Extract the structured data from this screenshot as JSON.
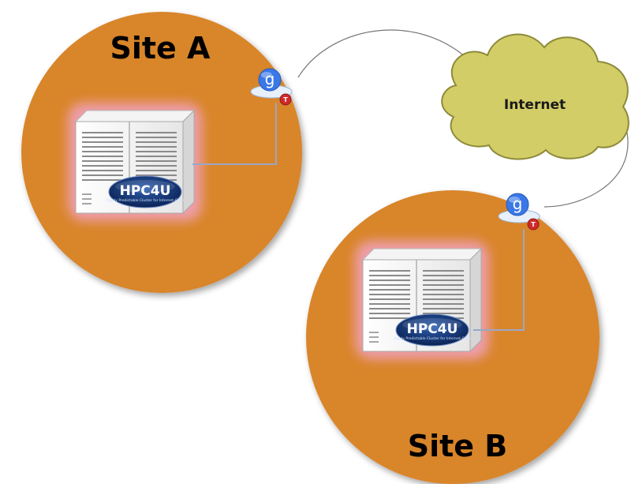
{
  "sites": [
    {
      "label": "Site A",
      "server_logo": "HPC4U",
      "server_logo_sub": "Highly Predictable Cluster for Internet-Grids"
    },
    {
      "label": "Site B",
      "server_logo": "HPC4U",
      "server_logo_sub": "Highly Predictable Cluster for Internet-Grids"
    }
  ],
  "internet": {
    "label": "Internet"
  },
  "gateway": {
    "letter": "g",
    "badge": "T"
  },
  "colors": {
    "site_fill": "#d9852b",
    "cloud_fill": "#d2cd66",
    "gateway_blue": "#3a78e8",
    "badge_red": "#d02a2a",
    "link_line": "#9aa7c7"
  },
  "icons": [
    "server-icon",
    "cloud-icon",
    "gateway-icon"
  ]
}
